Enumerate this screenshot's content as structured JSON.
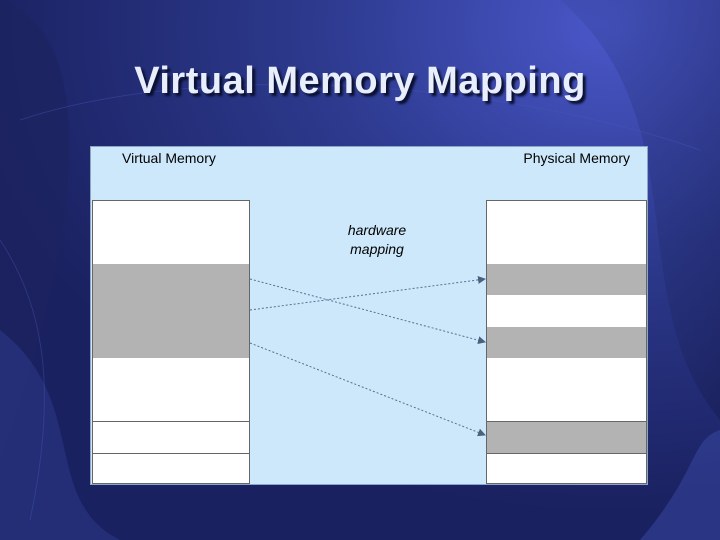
{
  "slide": {
    "title": "Virtual Memory Mapping"
  },
  "diagram": {
    "virtual_label": "Virtual Memory",
    "physical_label": "Physical Memory",
    "mapping_label_line1": "hardware",
    "mapping_label_line2": "mapping",
    "colors": {
      "panel": "#cde8fb",
      "mapped_block": "#b3b3b3",
      "free_block": "#ffffff",
      "arrow": "#5a6f8c"
    }
  }
}
